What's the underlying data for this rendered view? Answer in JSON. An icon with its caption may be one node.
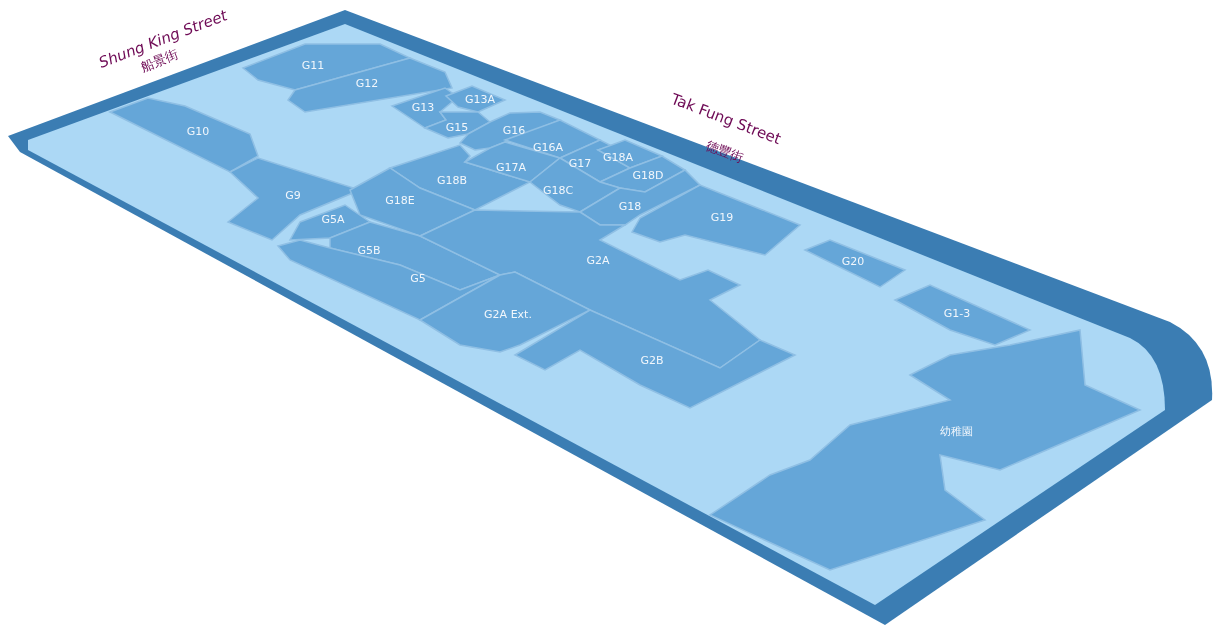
{
  "diagram": {
    "nodes": [
      {
        "text": [
          "G11"
        ]
      },
      {
        "text": [
          "G12"
        ]
      },
      {
        "text": [
          "G13"
        ]
      },
      {
        "text": [
          "G13A"
        ]
      },
      {
        "text": [
          "G15"
        ]
      },
      {
        "text": [
          "G16"
        ]
      },
      {
        "text": [
          "G16A"
        ]
      },
      {
        "text": [
          "G17"
        ]
      },
      {
        "text": [
          "G18A"
        ]
      },
      {
        "text": [
          "G10"
        ]
      },
      {
        "text": [
          "G9"
        ]
      },
      {
        "text": [
          "G18B"
        ]
      },
      {
        "text": [
          "G17A"
        ]
      },
      {
        "text": [
          "G18D"
        ]
      },
      {
        "text": [
          "G18C"
        ]
      },
      {
        "text": [
          "G18E"
        ]
      },
      {
        "text": [
          "G5A"
        ]
      },
      {
        "text": [
          "G18"
        ]
      },
      {
        "text": [
          "G19"
        ]
      },
      {
        "text": [
          "G5B"
        ]
      },
      {
        "text": [
          "G2A"
        ]
      },
      {
        "text": [
          "G20"
        ]
      },
      {
        "text": [
          "G5"
        ]
      },
      {
        "text": [
          "G2A Ext."
        ]
      },
      {
        "text": [
          "G1-3"
        ]
      },
      {
        "text": [
          "G2B"
        ]
      },
      {
        "text": [
          "幼稚園"
        ]
      }
    ],
    "labels": [
      "Shung King Street",
      "船景街",
      "Tak  Fung Street",
      "德豐街"
    ]
  }
}
